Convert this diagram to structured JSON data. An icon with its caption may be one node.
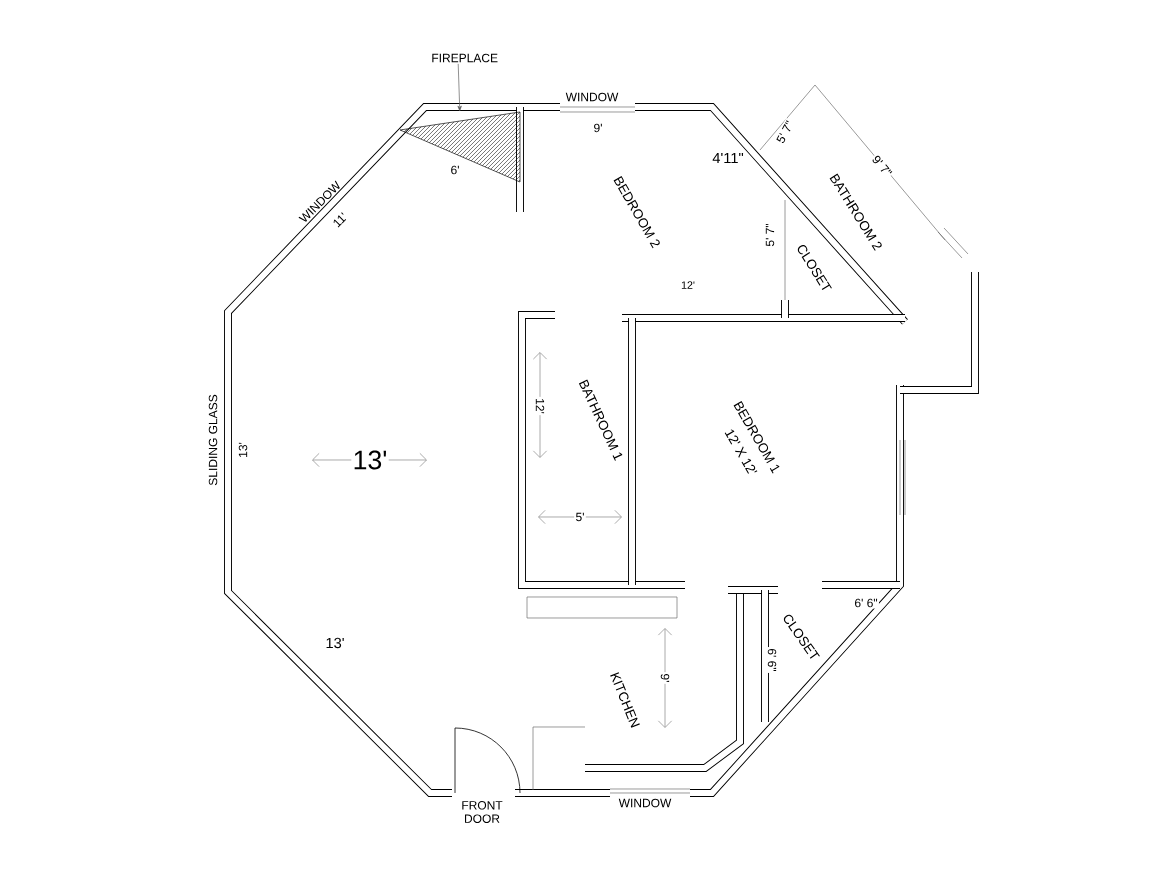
{
  "diagram": {
    "nodes": [
      {
        "text": [
          "FIREPLACE"
        ]
      },
      {
        "text": [],
        "shape": "triangle"
      },
      {
        "text": [
          "FRONT DOOR"
        ]
      }
    ],
    "edges": [
      {
        "from": 0,
        "to": 1,
        "arrow": "to"
      }
    ],
    "labels": [
      "WINDOW",
      "9'",
      "6'",
      "WINDOW",
      "11'",
      "4'11\"",
      "5' 7\"",
      "9' 7\"",
      "BEDROOM 2",
      "BATHROOM 2",
      "5' 7\"",
      "CLOSET",
      "12'",
      "SLIDING GLASS",
      "13'",
      "13'",
      "12'",
      "BATHROOM 1",
      "5'",
      "BEDROOM 1",
      "12' X 12'",
      "6' 6\"",
      "CLOSET",
      "6' 6\"",
      "KITCHEN",
      "9'",
      "13'",
      "WINDOW"
    ]
  }
}
